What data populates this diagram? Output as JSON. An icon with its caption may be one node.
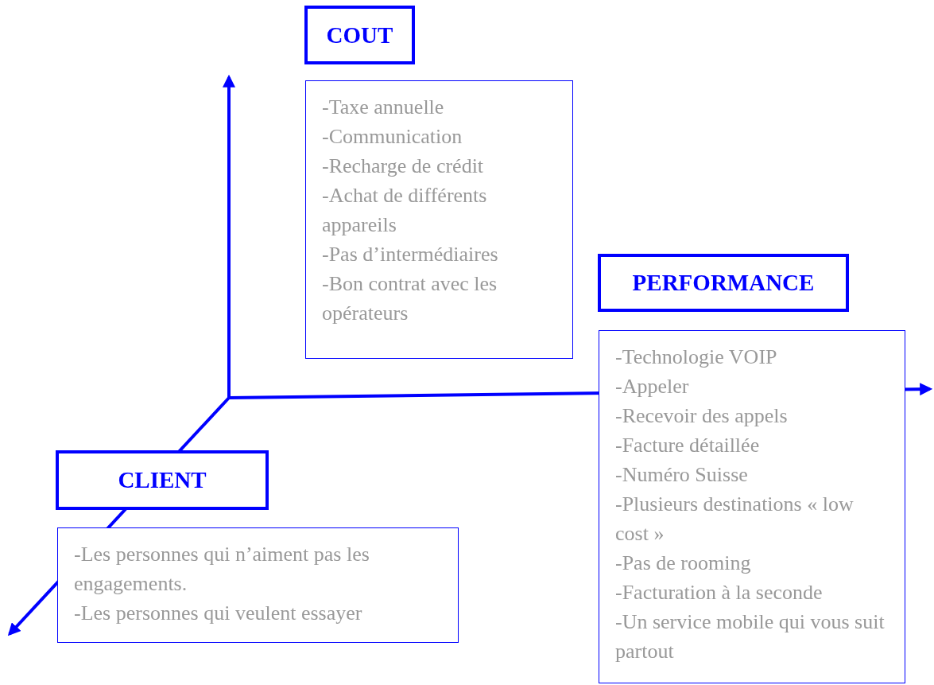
{
  "diagram": {
    "nodes": [
      {
        "text": [
          "COUT"
        ]
      },
      {
        "text": [
          "-Taxe annuelle",
          "-Communication",
          "-Recharge de crédit",
          "-Achat de différents appareils",
          "-Pas d’intermédiaires",
          "-Bon contrat avec les opérateurs"
        ]
      },
      {
        "text": [
          "PERFORMANCE"
        ]
      },
      {
        "text": [
          "-Technologie VOIP",
          "-Appeler",
          "-Recevoir des appels",
          "-Facture détaillée",
          "-Numéro Suisse",
          "-Plusieurs destinations « low cost »",
          "-Pas de rooming",
          "-Facturation à la seconde",
          "-Un service mobile qui vous suit partout"
        ]
      },
      {
        "text": [
          "CLIENT"
        ]
      },
      {
        "text": [
          "-Les personnes qui n’aiment pas les engagements.",
          "-Les personnes qui veulent essayer"
        ]
      }
    ]
  }
}
